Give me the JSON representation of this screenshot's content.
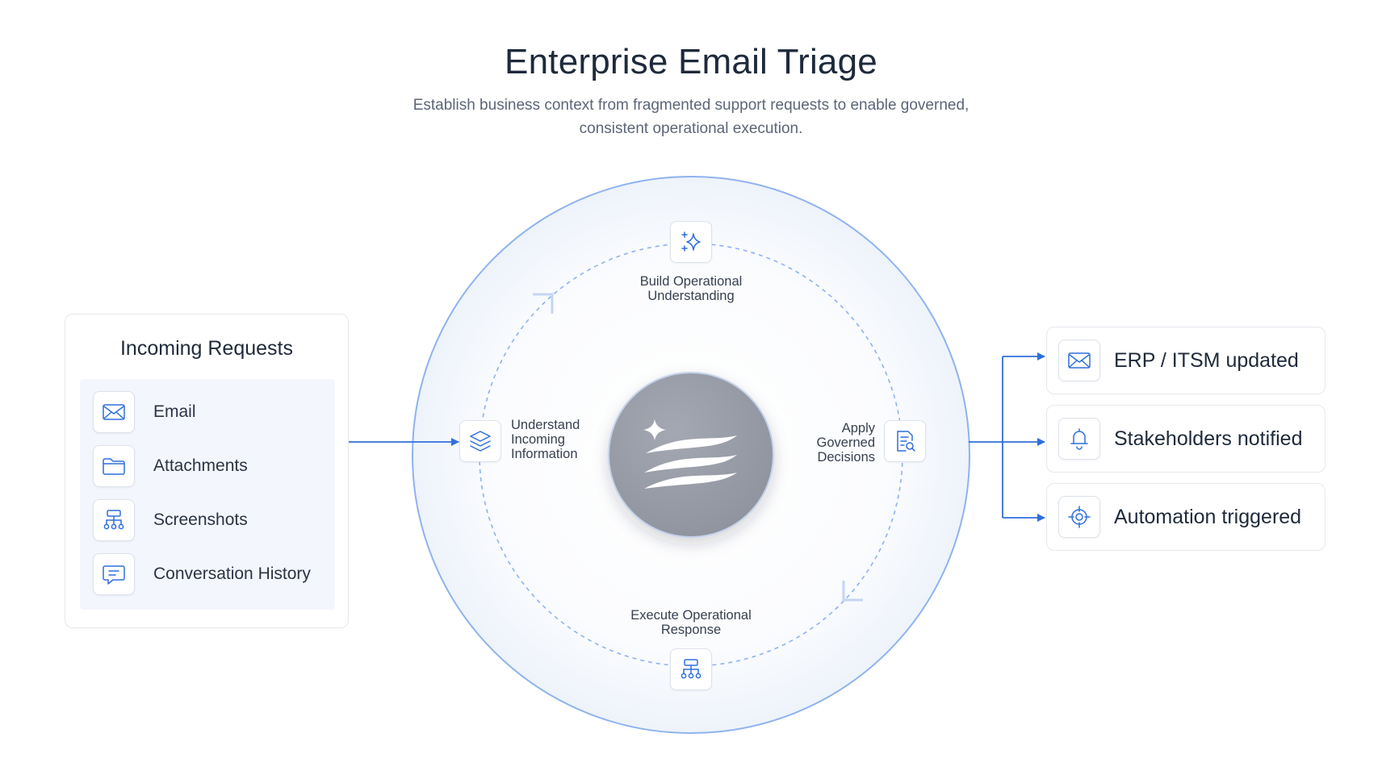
{
  "header": {
    "title": "Enterprise Email Triage",
    "subtitle": "Establish business context from fragmented support requests to enable governed, consistent operational execution."
  },
  "incoming": {
    "title": "Incoming Requests",
    "items": [
      {
        "label": "Email",
        "icon": "mail-icon"
      },
      {
        "label": "Attachments",
        "icon": "folder-icon"
      },
      {
        "label": "Screenshots",
        "icon": "hierarchy-icon"
      },
      {
        "label": "Conversation History",
        "icon": "chat-icon"
      }
    ]
  },
  "cycle": {
    "stages": [
      {
        "label": "Build Operational Understanding",
        "icon": "sparkle-icon"
      },
      {
        "label": "Apply Governed Decisions",
        "icon": "document-search-icon"
      },
      {
        "label": "Execute Operational Response",
        "icon": "hierarchy-icon"
      },
      {
        "label": "Understand Incoming Information",
        "icon": "layers-icon"
      }
    ],
    "center_icon": "brand-logo-icon"
  },
  "outcomes": {
    "items": [
      {
        "label": "ERP / ITSM updated",
        "icon": "mail-icon"
      },
      {
        "label": "Stakeholders notified",
        "icon": "bell-icon"
      },
      {
        "label": "Automation triggered",
        "icon": "target-icon"
      }
    ]
  },
  "colors": {
    "accent": "#2f6fdc",
    "ring": "#8fb3ee",
    "center_circle": "#9aa0ab",
    "text_dark": "#1e2a3b",
    "text_muted": "#5b6678"
  }
}
